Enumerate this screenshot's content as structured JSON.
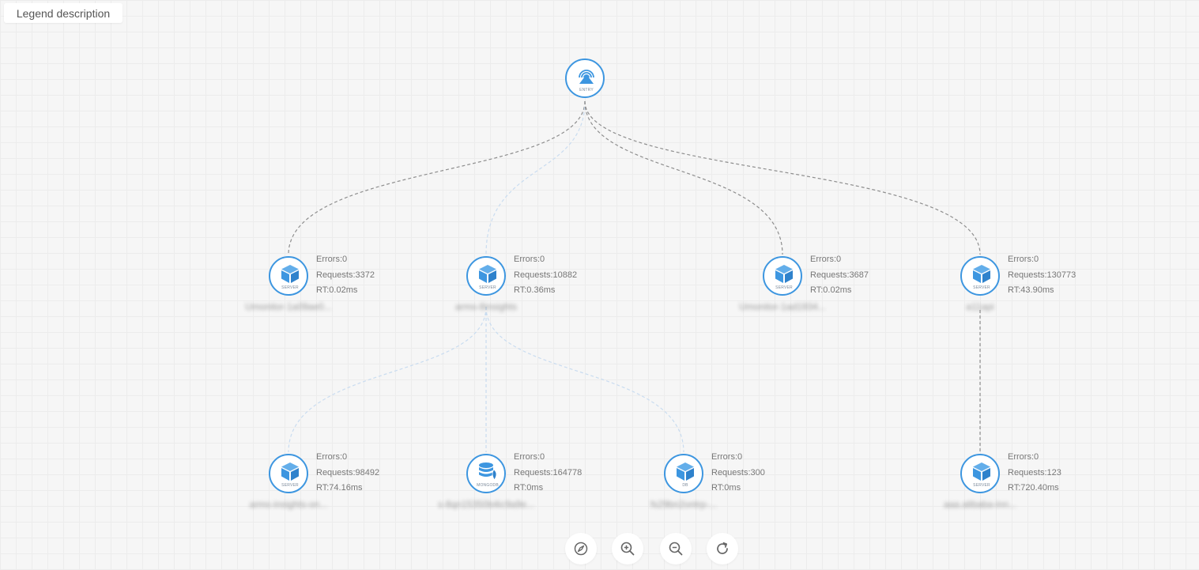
{
  "legend_button": "Legend description",
  "colors": {
    "node_accent": "#3d96e0",
    "edge_dark": "#8e8e8e",
    "edge_light": "#c9dcf0"
  },
  "nodes": [
    {
      "id": "entry",
      "type": "ENTRY",
      "icon": "entry-icon"
    },
    {
      "id": "n1",
      "type": "SERVER",
      "icon": "cube-icon",
      "name": "Umonitor-1a09ae0...",
      "errors": "Errors:0",
      "requests": "Requests:3372",
      "rt": "RT:0.02ms"
    },
    {
      "id": "n2",
      "type": "SERVER",
      "icon": "cube-icon",
      "name": "arms-8insights",
      "errors": "Errors:0",
      "requests": "Requests:10882",
      "rt": "RT:0.36ms"
    },
    {
      "id": "n3",
      "type": "SERVER",
      "icon": "cube-icon",
      "name": "Umonitor-1ad1934...",
      "errors": "Errors:0",
      "requests": "Requests:3687",
      "rt": "RT:0.02ms"
    },
    {
      "id": "n4",
      "type": "SERVER",
      "icon": "cube-icon",
      "name": "a11api",
      "errors": "Errors:0",
      "requests": "Requests:130773",
      "rt": "RT:43.90ms"
    },
    {
      "id": "n5",
      "type": "SERVER",
      "icon": "cube-icon",
      "name": "arms-insights-on...",
      "errors": "Errors:0",
      "requests": "Requests:98492",
      "rt": "RT:74.16ms"
    },
    {
      "id": "n6",
      "type": "MONGODB",
      "icon": "mongodb-icon",
      "name": "s-8qn15350b4ic9a9e...",
      "errors": "Errors:0",
      "requests": "Requests:164778",
      "rt": "RT:0ms"
    },
    {
      "id": "n7",
      "type": "DB",
      "icon": "cube-icon",
      "name": "fs29bn2ontrp-...",
      "errors": "Errors:0",
      "requests": "Requests:300",
      "rt": "RT:0ms"
    },
    {
      "id": "n8",
      "type": "SERVER",
      "icon": "cube-icon",
      "name": "aaa.alibaba-inn...",
      "errors": "Errors:0",
      "requests": "Requests:123",
      "rt": "RT:720.40ms"
    }
  ],
  "edges": [
    {
      "from": "entry",
      "to": "n1",
      "style": "dark"
    },
    {
      "from": "entry",
      "to": "n2",
      "style": "light"
    },
    {
      "from": "entry",
      "to": "n3",
      "style": "dark"
    },
    {
      "from": "entry",
      "to": "n4",
      "style": "dark"
    },
    {
      "from": "n2",
      "to": "n5",
      "style": "light"
    },
    {
      "from": "n2",
      "to": "n6",
      "style": "light"
    },
    {
      "from": "n2",
      "to": "n7",
      "style": "light"
    },
    {
      "from": "n4",
      "to": "n8",
      "style": "dark"
    }
  ],
  "toolbar": [
    {
      "name": "fit-view-button",
      "icon": "compass-icon"
    },
    {
      "name": "zoom-in-button",
      "icon": "zoom-in-icon"
    },
    {
      "name": "zoom-out-button",
      "icon": "zoom-out-icon"
    },
    {
      "name": "refresh-button",
      "icon": "refresh-icon"
    }
  ]
}
